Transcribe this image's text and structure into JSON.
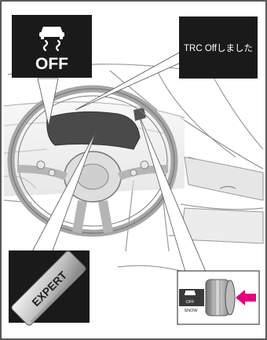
{
  "callouts": {
    "trc_off_indicator": {
      "text": "OFF",
      "icon": "traction-control-car-skid-icon"
    },
    "display_message": {
      "text": "TRC Offしました"
    },
    "expert_button": {
      "text": "EXPERT"
    },
    "drive_mode_knob": {
      "labels": [
        "OFF",
        "SNOW"
      ],
      "arrow_color": "#e5007f"
    }
  },
  "colors": {
    "accent": "#e5007f",
    "callout_bg": "#1a1a1a",
    "frame": "#222222"
  }
}
